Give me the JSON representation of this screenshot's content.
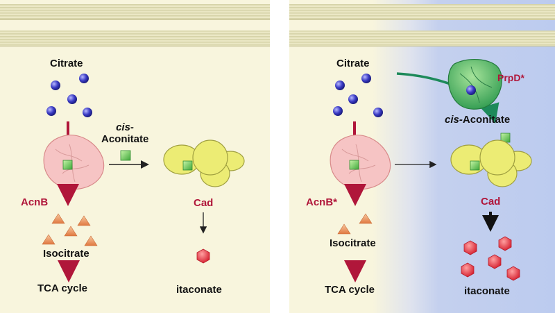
{
  "left_panel": {
    "citrate": "Citrate",
    "cis_prefix": "cis-",
    "aconitate": "Aconitate",
    "enzyme_acnb": "AcnB",
    "enzyme_cad": "Cad",
    "isocitrate": "Isocitrate",
    "tca_cycle": "TCA cycle",
    "itaconate": "itaconate"
  },
  "right_panel": {
    "citrate": "Citrate",
    "enzyme_prpd": "PrpD*",
    "cis_prefix": "cis-",
    "aconitate": "Aconitate",
    "enzyme_acnb": "AcnB*",
    "enzyme_cad": "Cad",
    "isocitrate": "Isocitrate",
    "tca_cycle": "TCA cycle",
    "itaconate": "itaconate"
  },
  "colors": {
    "background": "#f8f5dd",
    "engineered_region": "#bccbef",
    "arrow_red": "#b0163a",
    "acnb_pink": "#f6c4c4",
    "cad_yellow": "#ecec74",
    "prpd_green": "#4fb06a",
    "citrate_blue": "#3a3bc4",
    "cis_aconitate_green": "#6fd25a",
    "isocitrate_orange": "#f0a070",
    "itaconate_red": "#e43a3a"
  }
}
